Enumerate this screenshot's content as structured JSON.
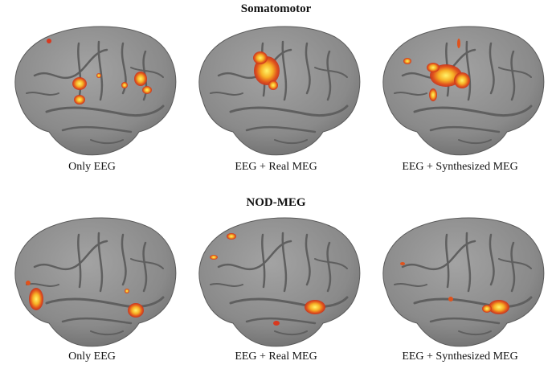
{
  "panels": [
    {
      "title": "Somatomotor",
      "captions": [
        "Only EEG",
        "EEG + Real MEG",
        "EEG + Synthesized MEG"
      ]
    },
    {
      "title": "NOD-MEG",
      "captions": [
        "Only EEG",
        "EEG + Real MEG",
        "EEG + Synthesized MEG"
      ]
    }
  ],
  "colors": {
    "background": "#ffffff",
    "cortex": "#8a8a8a",
    "sulcus": "#5f5f5f",
    "activation_low": "#d9381e",
    "activation_mid": "#f39a1c",
    "activation_high": "#fff15a"
  }
}
